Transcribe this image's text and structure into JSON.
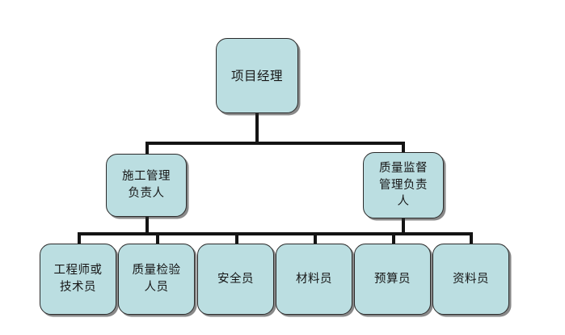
{
  "diagram": {
    "type": "organization-chart",
    "title": "",
    "background_color": "#ffffff",
    "node_fill_color": "#bbdee1",
    "node_border_color": "#2a2a2a",
    "connector_color": "#141414"
  },
  "nodes": {
    "root": {
      "id": "project-manager",
      "label": "项目经理",
      "level": 1
    },
    "level2": [
      {
        "id": "construction-management-lead",
        "label": "施工管理\n负责人",
        "level": 2
      },
      {
        "id": "quality-supervision-lead",
        "label": "质量监督\n管理负责\n人",
        "level": 2
      }
    ],
    "level3": [
      {
        "id": "engineer-or-technician",
        "label": "工程师或\n技术员",
        "level": 3
      },
      {
        "id": "quality-inspection-staff",
        "label": "质量检验\n人员",
        "level": 3
      },
      {
        "id": "safety-officer",
        "label": "安全员",
        "level": 3
      },
      {
        "id": "materials-officer",
        "label": "材料员",
        "level": 3
      },
      {
        "id": "budget-officer",
        "label": "预算员",
        "level": 3
      },
      {
        "id": "records-officer",
        "label": "资料员",
        "level": 3
      }
    ]
  }
}
